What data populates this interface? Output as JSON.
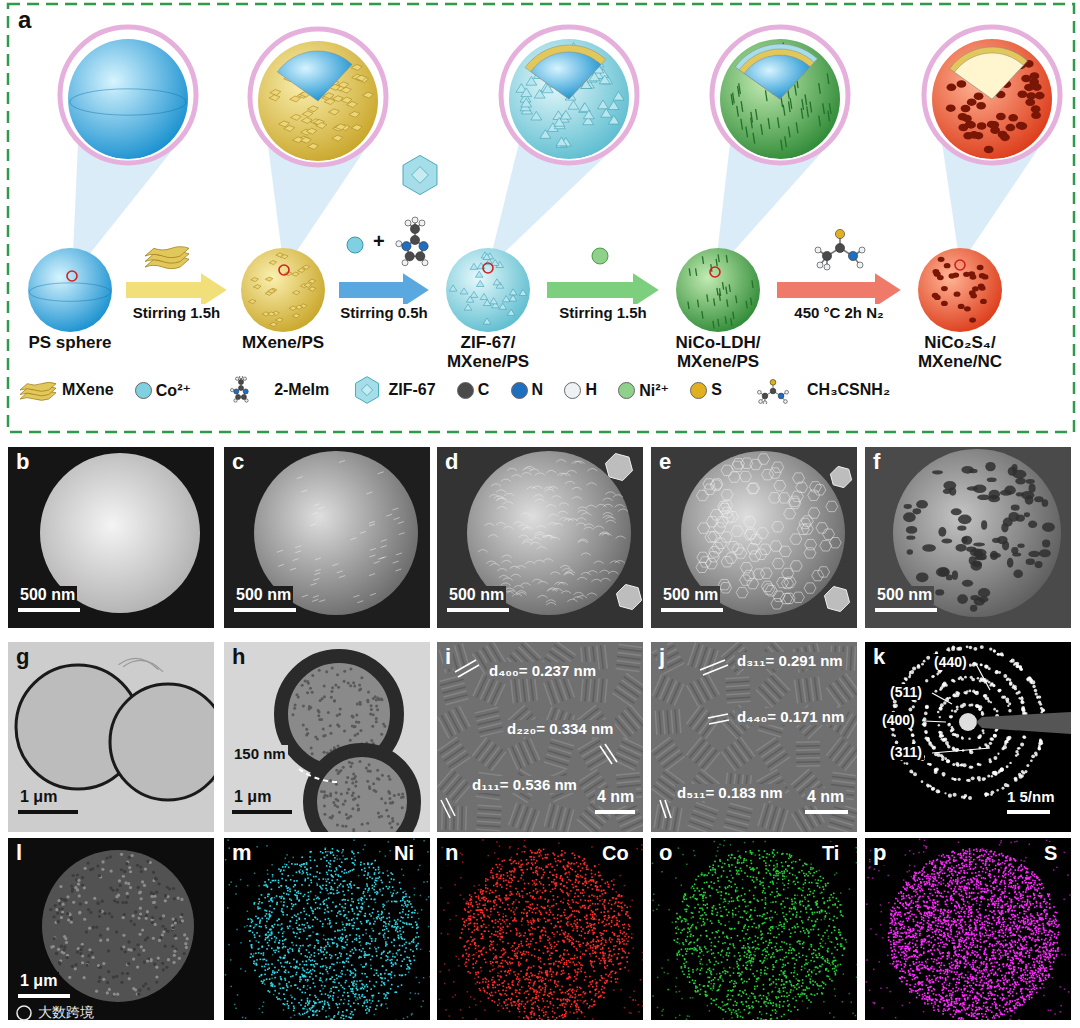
{
  "diagram": {
    "nodes": [
      {
        "text": [
          "PS sphere"
        ]
      },
      {
        "text": [
          "MXene/PS"
        ]
      },
      {
        "text": [
          "ZIF-67/ MXene/PS"
        ]
      },
      {
        "text": [
          "NiCo-LDH/ MXene/PS"
        ]
      },
      {
        "text": [
          "NiCo₂S₄/ MXene/NC"
        ]
      }
    ],
    "edges": [
      {
        "from": 0,
        "to": 1,
        "arrow": "to",
        "label": "Stirring 1.5h"
      },
      {
        "from": 1,
        "to": 2,
        "arrow": "to",
        "label": "Stirring 0.5h"
      },
      {
        "from": 2,
        "to": 3,
        "arrow": "to",
        "label": "Stirring 1.5h"
      },
      {
        "from": 3,
        "to": 4,
        "arrow": "to",
        "label": "450 °C 2h N₂"
      }
    ],
    "labels": [
      "a",
      "b",
      "c",
      "d",
      "e",
      "f",
      "g",
      "h",
      "i",
      "j",
      "k",
      "l",
      "m",
      "n",
      "o",
      "p",
      "500 nm",
      "500 nm",
      "500 nm",
      "500 nm",
      "500 nm",
      "1 μm",
      "150 nm",
      "1 μm",
      "d₄₀₀= 0.237 nm",
      "d₂₂₀= 0.334 nm",
      "d₁₁₁= 0.536 nm",
      "4 nm",
      "d₃₁₁= 0.291 nm",
      "d₄₄₀= 0.171 nm",
      "d₅₁₁= 0.183 nm",
      "4 nm",
      "(440)",
      "(511)",
      "(400)",
      "(311)",
      "1 5/nm",
      "1 μm",
      "Ni",
      "Co",
      "Ti",
      "S",
      "大数跨境",
      "+"
    ],
    "legend": [
      {
        "text": "MXene"
      },
      {
        "text": "Co²⁺",
        "color": "#7fd0e0"
      },
      {
        "text": "2-MeIm"
      },
      {
        "text": "ZIF-67"
      },
      {
        "text": "C",
        "color": "#4a4a4a"
      },
      {
        "text": "N",
        "color": "#1f6fc0"
      },
      {
        "text": "H",
        "color": "#eef2f5"
      },
      {
        "text": "Ni²⁺",
        "color": "#8fd08a"
      },
      {
        "text": "S",
        "color": "#e0b020"
      },
      {
        "text": "CH₃CSNH₂"
      }
    ]
  }
}
